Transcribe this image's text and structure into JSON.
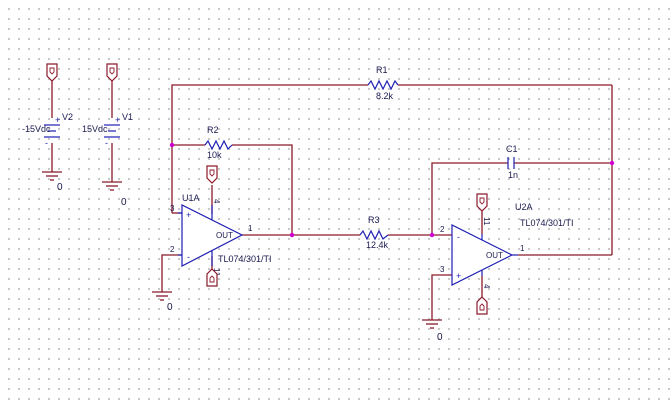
{
  "components": {
    "v2": {
      "ref": "V2",
      "value": "-15Vdc"
    },
    "v1": {
      "ref": "V1",
      "value": "15Vdc"
    },
    "r1": {
      "ref": "R1",
      "value": "8.2k"
    },
    "r2": {
      "ref": "R2",
      "value": "10k"
    },
    "r3": {
      "ref": "R3",
      "value": "12.4k"
    },
    "c1": {
      "ref": "C1",
      "value": "1n"
    },
    "u1a": {
      "ref": "U1A",
      "part": "TL074/301/TI"
    },
    "u2a": {
      "ref": "U2A",
      "part": "TL074/301/TI"
    }
  },
  "pins": {
    "u1a": {
      "p1": "1",
      "p2": "2",
      "p3": "3",
      "p4": "4",
      "p11": "11",
      "out": "OUT",
      "plus": "+",
      "minus": "-"
    },
    "u2a": {
      "p1": "1",
      "p2": "2",
      "p3": "3",
      "p4": "4",
      "p11": "11",
      "out": "OUT",
      "plus": "+",
      "minus": "-"
    }
  },
  "ground_label": "0",
  "colors": {
    "wire": "#8b1a2b",
    "device": "#1f1fb4",
    "junction": "#d000d0"
  }
}
